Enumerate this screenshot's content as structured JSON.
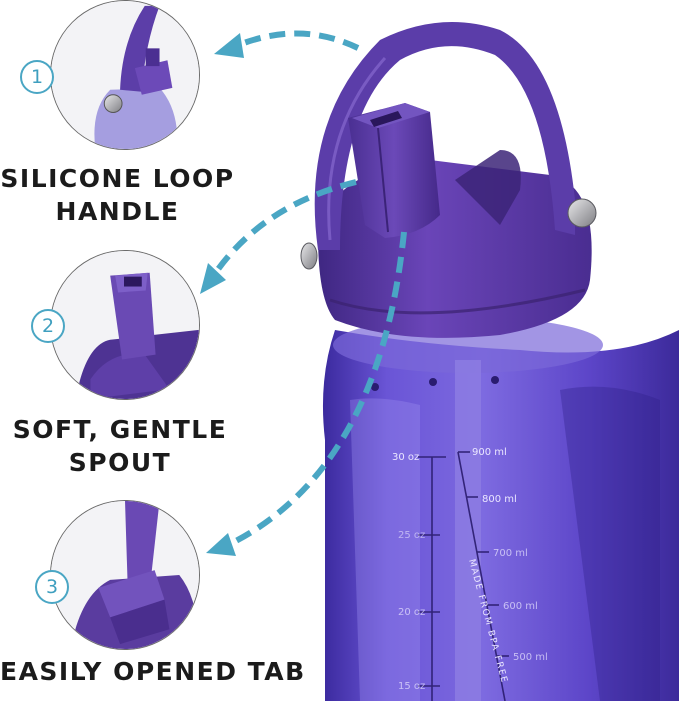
{
  "callouts": [
    {
      "number": "1",
      "label_line1": "SILICONE LOOP",
      "label_line2": "HANDLE"
    },
    {
      "number": "2",
      "label_line1": "SOFT, GENTLE",
      "label_line2": "SPOUT"
    },
    {
      "number": "3",
      "label_line1": "EASILY OPENED TAB",
      "label_line2": ""
    }
  ],
  "bottle": {
    "ml_marks": [
      "900 ml",
      "800 ml",
      "700 ml",
      "600 ml",
      "500 ml"
    ],
    "oz_marks": [
      "30 oz",
      "25 oz",
      "20 oz",
      "15 oz"
    ],
    "vertical_text": "MADE FROM BPA FREE"
  },
  "colors": {
    "accent_arrow": "#4aa6c4",
    "bottle_purple": "#5a3fc0",
    "lid_purple": "#5d3aa8",
    "label_text": "#1b1b1b"
  }
}
